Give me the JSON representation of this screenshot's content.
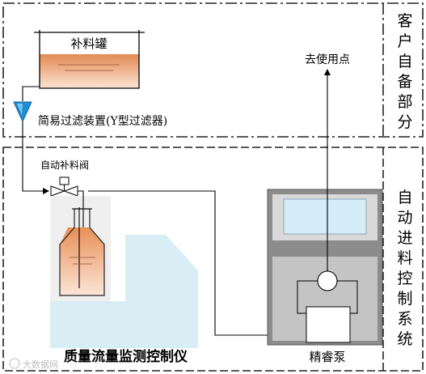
{
  "sections": {
    "customer": [
      "客",
      "户",
      "自",
      "备",
      "部",
      "分"
    ],
    "auto": [
      "自",
      "动",
      "进",
      "料",
      "控",
      "制",
      "系",
      "统"
    ]
  },
  "labels": {
    "tank": "补料罐",
    "filter": "简易过滤装置(Y型过滤器)",
    "valve": "自动补料阀",
    "destination": "去使用点",
    "controller": "质量流量监测控制仪",
    "pump": "精睿泵"
  },
  "watermark": "大数据网",
  "colors": {
    "liquid": "#e69a6a",
    "filter": "#1f8fd6",
    "screen": "#d6ecf8",
    "platform": "#d8eef4",
    "pump_body": "#c4c4c4",
    "pump_frame": "#8c8c8c"
  }
}
